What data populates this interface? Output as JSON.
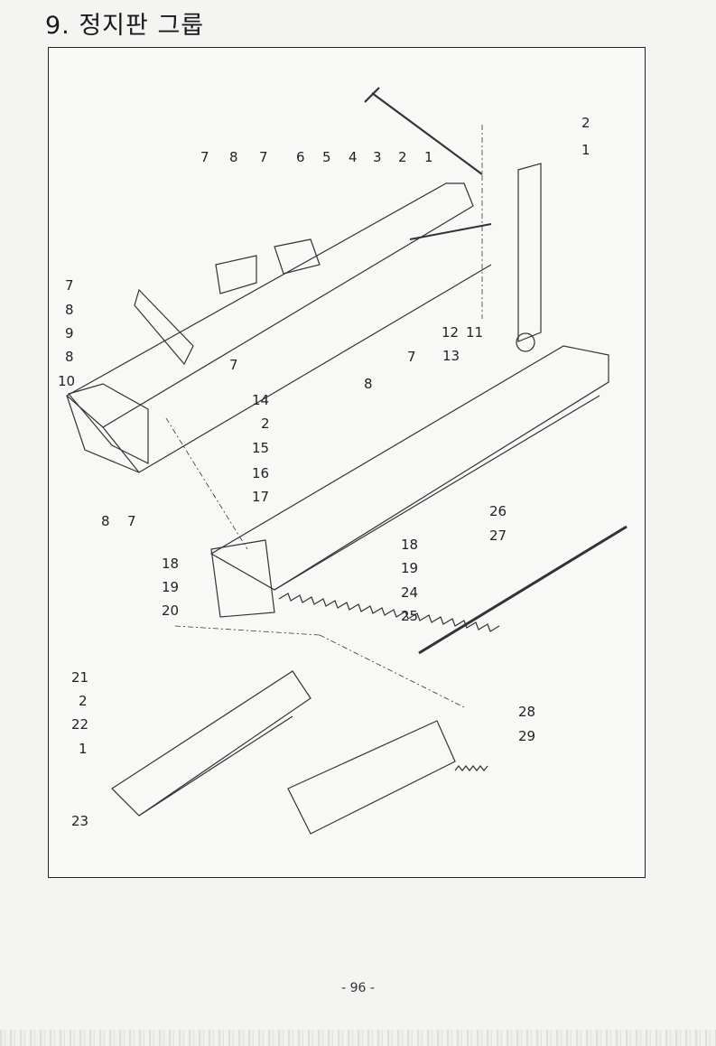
{
  "page": {
    "title": "9. 정지판 그룹",
    "page_number": "- 96 -"
  },
  "callouts": {
    "top_row": [
      "7",
      "8",
      "7",
      "6",
      "5",
      "4",
      "3",
      "2",
      "1"
    ],
    "top_right": [
      "2",
      "1"
    ],
    "left_col": [
      "7",
      "8",
      "9",
      "8",
      "10"
    ],
    "mid": [
      "7",
      "12",
      "11",
      "7",
      "8",
      "13",
      "14",
      "2",
      "15",
      "16",
      "17"
    ],
    "lower_left": [
      "8",
      "7"
    ],
    "assembly": [
      "18",
      "19",
      "20",
      "26",
      "27",
      "18",
      "19",
      "24",
      "25"
    ],
    "bottom": [
      "21",
      "2",
      "22",
      "1",
      "23",
      "28",
      "29"
    ]
  }
}
